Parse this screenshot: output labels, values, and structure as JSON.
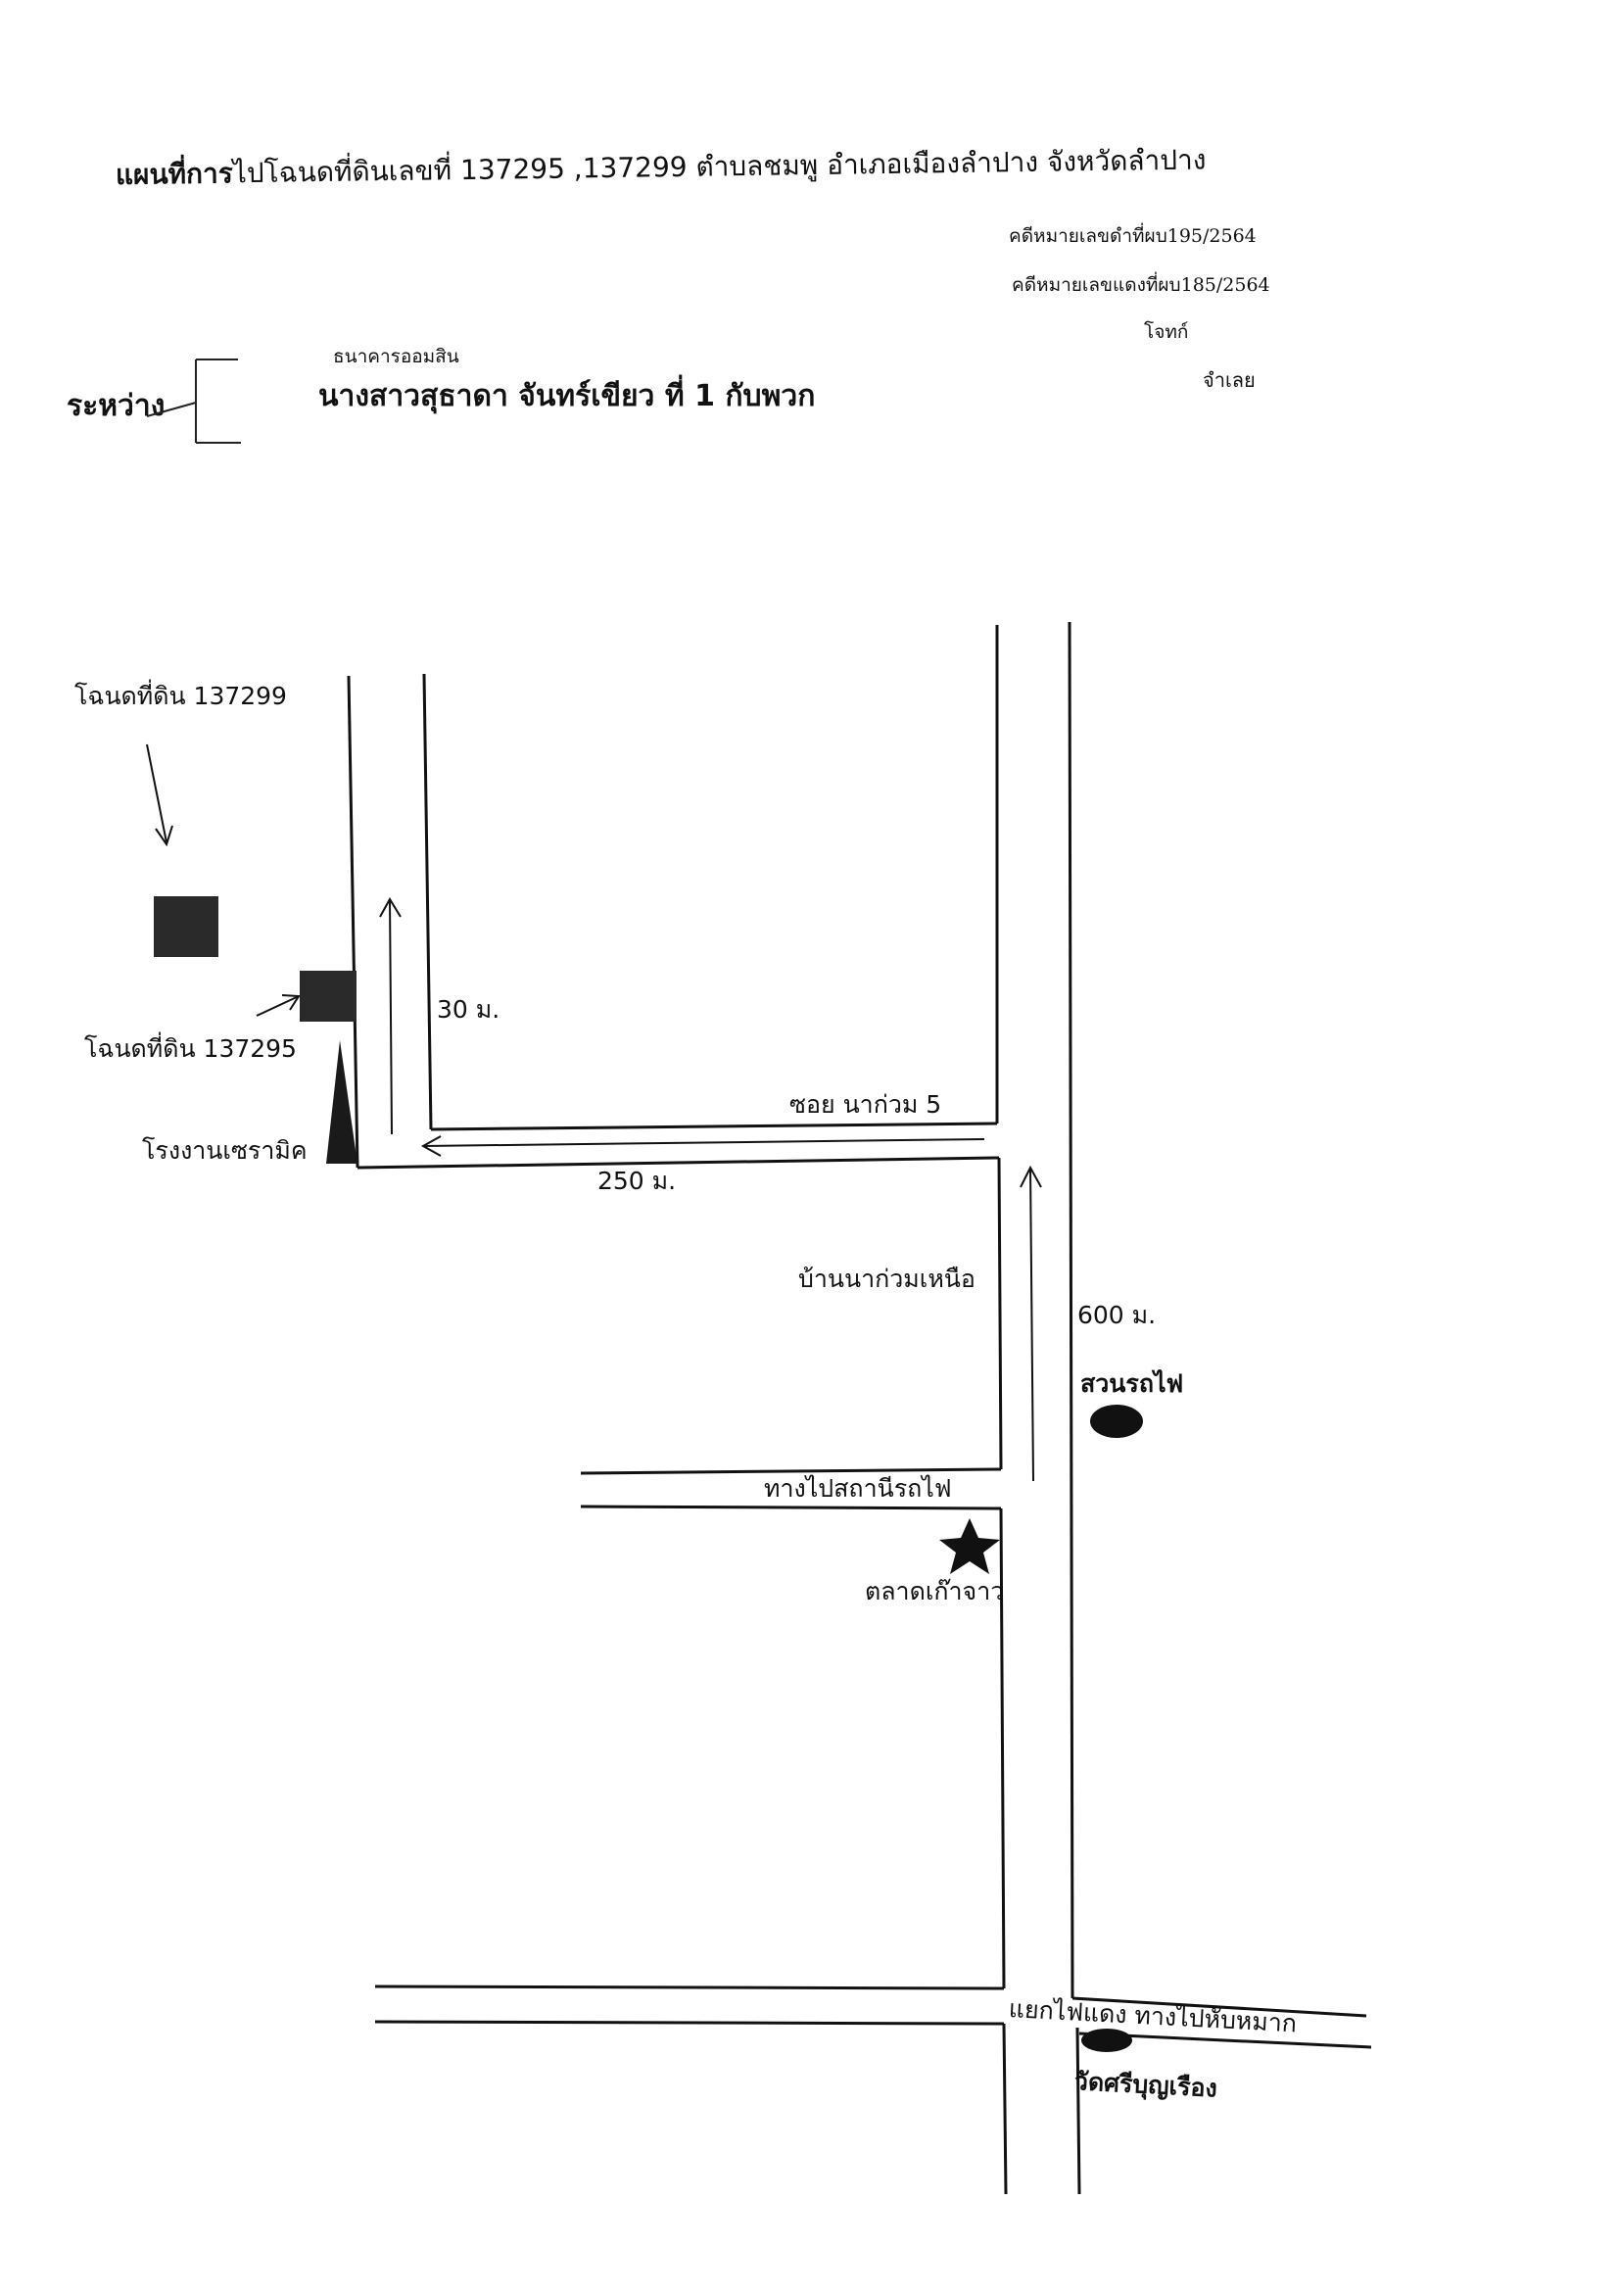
{
  "header": {
    "title_bold": "แผนที่การ",
    "title_rest": "ไปโฉนดที่ดินเลขที่ 137295 ,137299  ตำบลชมพู  อำเภอเมืองลำปาง   จังหวัดลำปาง",
    "black_case": "คดีหมายเลขดำที่ผบ195/2564",
    "red_case": "คดีหมายเลขแดงที่ผบ185/2564",
    "plaintiff_role": "โจทก์",
    "defendant_role": "จำเลย",
    "between_label": "ระหว่าง",
    "plaintiff_name": "ธนาคารออมสิน",
    "defendant_name": "นางสาวสุธาดา  จันทร์เขียว     ที่ 1  กับพวก"
  },
  "map": {
    "labels": {
      "deed_137299": "โฉนดที่ดิน 137299",
      "deed_137295": "โฉนดที่ดิน 137295",
      "ceramic_factory": "โรงงานเซรามิค",
      "dist_30m": "30 ม.",
      "soi": "ซอย  นาก่วม  5",
      "dist_250m": "250  ม.",
      "village": "บ้านนาก่วมเหนือ",
      "dist_600m": "600 ม.",
      "train_park": "สวนรถไฟ",
      "to_station": "ทางไปสถานีรถไฟ",
      "market": "ตลาดเก๊าจาว",
      "intersection": "แยกไฟแดง  ทางไปหับหมาก",
      "temple": "วัดศรีบุญเรือง"
    }
  }
}
